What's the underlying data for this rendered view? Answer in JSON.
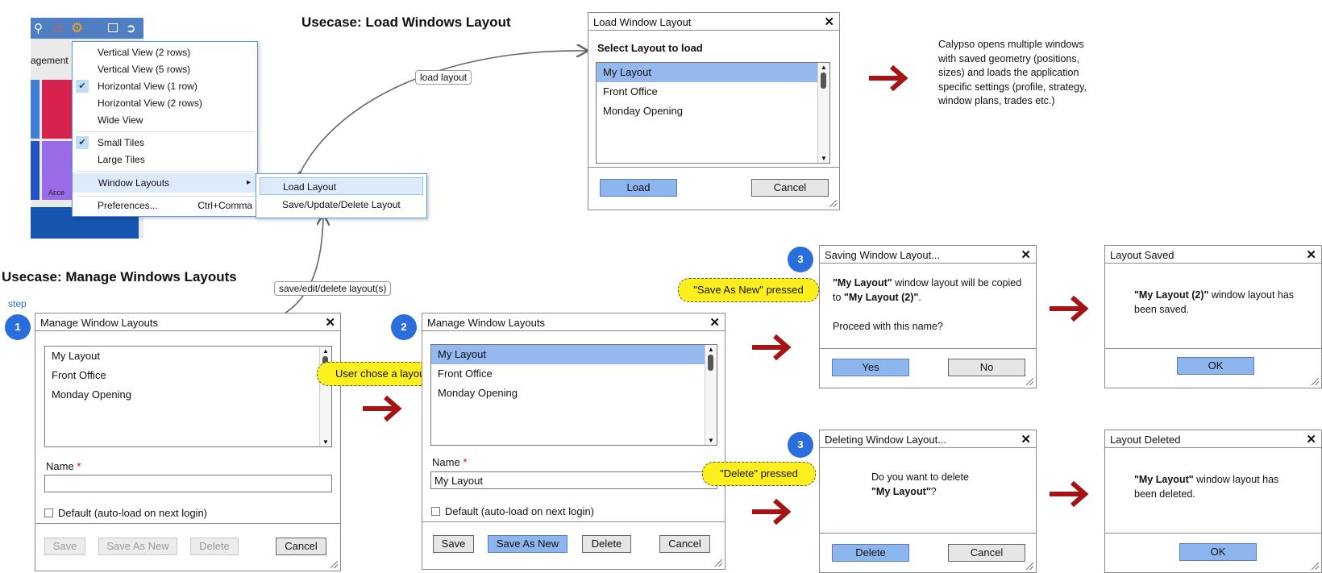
{
  "usecase_load": {
    "title": "Usecase: Load Windows Layout"
  },
  "usecase_manage": {
    "title": "Usecase: Manage Windows Layouts",
    "step_label": "step"
  },
  "app_fragment": {
    "tab_text": "agement",
    "tile_text": "Acce"
  },
  "view_menu": {
    "items": [
      {
        "label": "Vertical View (2 rows)",
        "checked": false
      },
      {
        "label": "Vertical View (5 rows)",
        "checked": false
      },
      {
        "label": "Horizontal View (1 row)",
        "checked": true
      },
      {
        "label": "Horizontal View (2 rows)",
        "checked": false
      },
      {
        "label": "Wide View",
        "checked": false
      },
      {
        "label": "Small Tiles",
        "checked": true
      },
      {
        "label": "Large Tiles",
        "checked": false
      },
      {
        "label": "Window Layouts",
        "submenu_arrow": "▸"
      },
      {
        "label": "Preferences...",
        "shortcut": "Ctrl+Comma"
      }
    ]
  },
  "layouts_submenu": {
    "items": [
      "Load Layout",
      "Save/Update/Delete Layout"
    ]
  },
  "edge_labels": {
    "load": "load layout",
    "manage": "save/edit/delete layout(s)"
  },
  "load_dialog": {
    "title": "Load Window Layout",
    "close": "✕",
    "section": "Select Layout to load",
    "items": [
      "My Layout",
      "Front Office",
      "Monday Opening"
    ],
    "load_button": "Load",
    "cancel_button": "Cancel"
  },
  "load_outcome": "Calypso opens multiple windows with saved geometry (positions, sizes) and loads the application specific settings (profile, strategy, window plans, trades etc.)",
  "manage_dialog_1": {
    "step": "1",
    "title": "Manage Window Layouts",
    "close": "✕",
    "items": [
      "My Layout",
      "Front Office",
      "Monday Opening"
    ],
    "name_label": "Name",
    "required_mark": "*",
    "name_value": "",
    "default_label": "Default (auto-load on next login)",
    "buttons": {
      "save": "Save",
      "save_as_new": "Save As New",
      "delete": "Delete",
      "cancel": "Cancel"
    }
  },
  "callout_user_chose": "User chose a layout",
  "manage_dialog_2": {
    "step": "2",
    "title": "Manage Window Layouts",
    "close": "✕",
    "items": [
      "My Layout",
      "Front Office",
      "Monday Opening"
    ],
    "name_label": "Name",
    "required_mark": "*",
    "name_value": "My Layout",
    "default_label": "Default (auto-load on next login)",
    "buttons": {
      "save": "Save",
      "save_as_new": "Save As New",
      "delete": "Delete",
      "cancel": "Cancel"
    }
  },
  "callout_save_as_new": "\"Save As New\" pressed",
  "callout_delete": "\"Delete\" pressed",
  "saving_dialog": {
    "step": "3",
    "title": "Saving Window Layout...",
    "close": "✕",
    "msg_name": "\"My Layout\"",
    "msg_mid": " window layout will be copied to ",
    "msg_target": "\"My Layout (2)\"",
    "msg_end": ".",
    "question": "Proceed with this name?",
    "yes_button": "Yes",
    "no_button": "No"
  },
  "saved_dialog": {
    "title": "Layout Saved",
    "close": "✕",
    "msg_name": "\"My Layout (2)\"",
    "msg_rest": " window layout has been saved.",
    "ok_button": "OK"
  },
  "deleting_dialog": {
    "step": "3",
    "title": "Deleting Window Layout...",
    "close": "✕",
    "msg_prefix": "Do you want to delete",
    "msg_name": "\"My Layout\"",
    "msg_end": "?",
    "delete_button": "Delete",
    "cancel_button": "Cancel"
  },
  "deleted_dialog": {
    "title": "Layout Deleted",
    "close": "✕",
    "msg_name": "\"My Layout\"",
    "msg_rest": " window layout has been deleted.",
    "ok_button": "OK"
  },
  "colors": {
    "selection": "#95b9ee",
    "primary_button": "#8db6ee",
    "callout": "#ffef1e",
    "step_badge": "#2a6edd",
    "flow_arrow": "#a31515"
  }
}
